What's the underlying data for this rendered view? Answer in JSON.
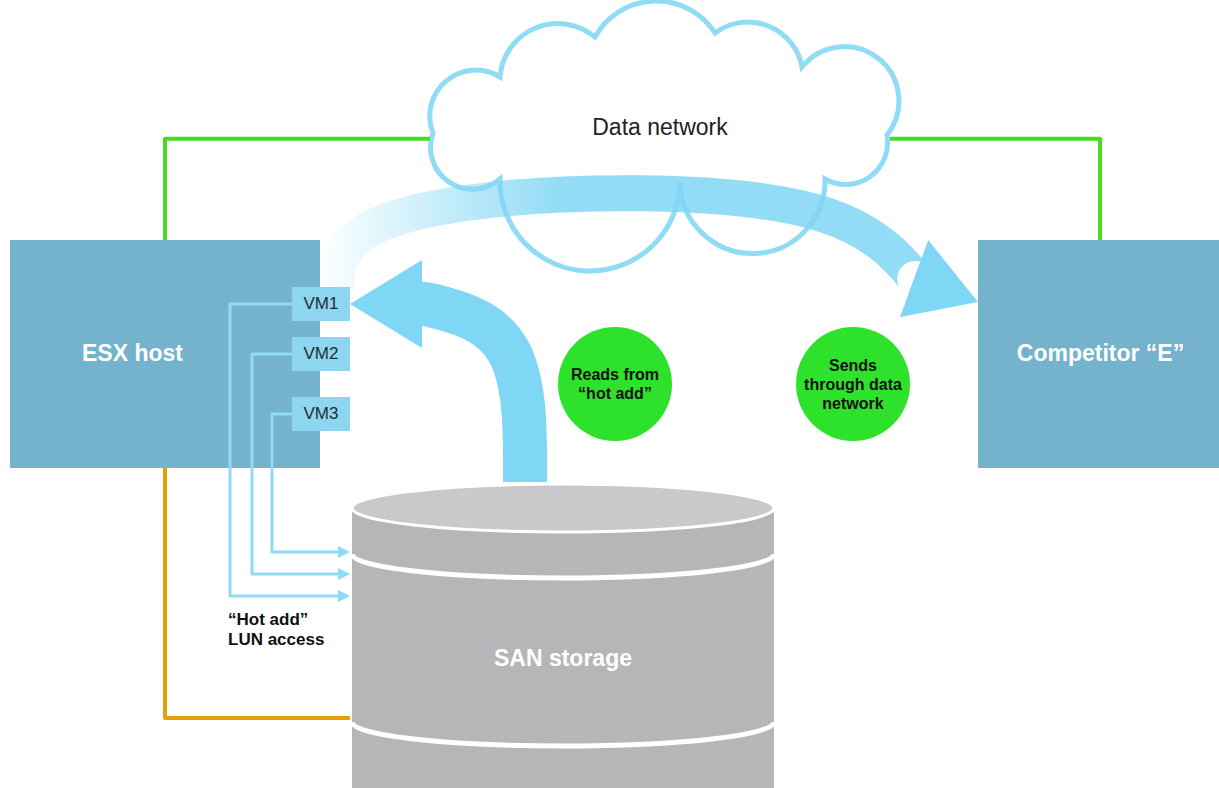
{
  "diagram": {
    "nodes": [
      {
        "text": [
          "Data network"
        ]
      },
      {
        "text": [
          "ESX host"
        ]
      },
      {
        "text": [
          "VM1"
        ],
        "in": 1
      },
      {
        "text": [
          "VM2"
        ],
        "in": 1
      },
      {
        "text": [
          "VM3"
        ],
        "in": 1
      },
      {
        "text": [
          "Reads from “hot add”"
        ]
      },
      {
        "text": [
          "Sends through data network"
        ]
      },
      {
        "text": [
          "Competitor “E”"
        ]
      },
      {
        "text": [
          "SAN storage"
        ]
      }
    ],
    "edges": [
      {
        "from": 1,
        "to": 0,
        "arrow": "none"
      },
      {
        "from": 0,
        "to": 7,
        "arrow": "none"
      },
      {
        "from": 1,
        "to": 8,
        "arrow": "none"
      },
      {
        "from": 2,
        "to": 8,
        "arrow": "to"
      },
      {
        "from": 3,
        "to": 8,
        "arrow": "to"
      },
      {
        "from": 4,
        "to": 8,
        "arrow": "to"
      },
      {
        "from": 8,
        "to": 2,
        "arrow": "to"
      },
      {
        "from": 2,
        "to": 7,
        "arrow": "to"
      }
    ],
    "labels": [
      "“Hot add” LUN access"
    ]
  }
}
